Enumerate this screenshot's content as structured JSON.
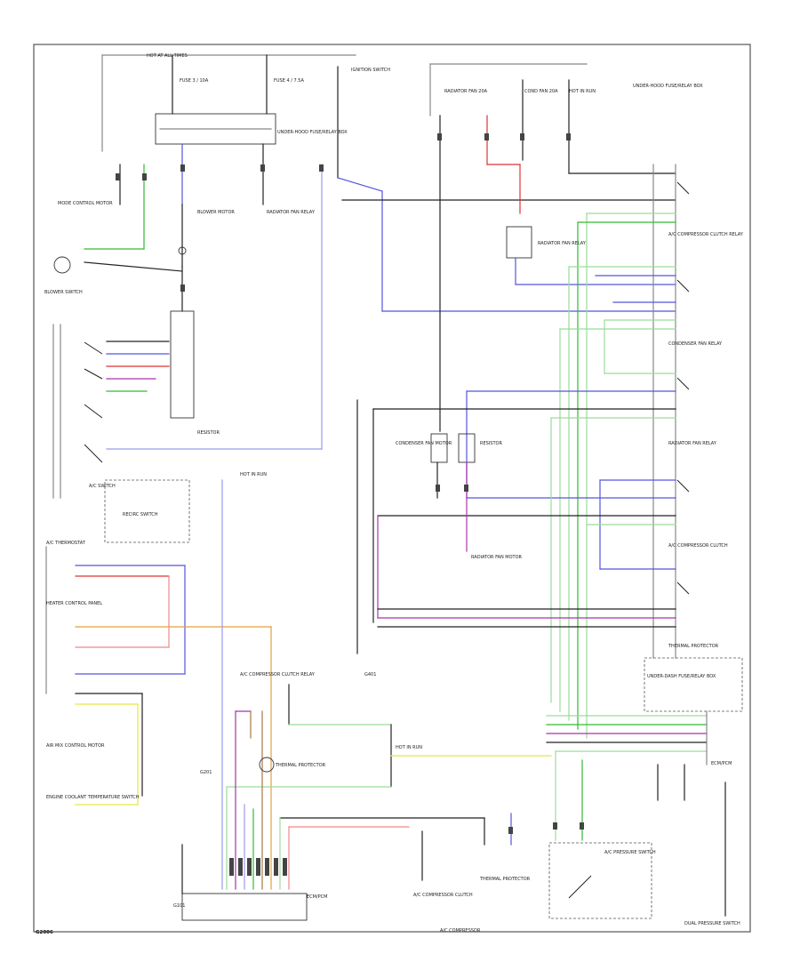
{
  "labels": {
    "hot_at_all_times": "HOT AT ALL TIMES",
    "fuse1": "FUSE 3 / 10A",
    "fuse2": "FUSE 4 / 7.5A",
    "ignition_switch": "IGNITION SWITCH",
    "hot_in_run": "HOT IN RUN",
    "hot_in_run2": "HOT IN RUN",
    "radiator_fan_relay": "RADIATOR FAN RELAY",
    "fuse_radiator": "RADIATOR FAN 20A",
    "fuse_cond": "COND FAN 20A",
    "underhood_box": "UNDER-HOOD FUSE/RELAY BOX",
    "blower_motor": "BLOWER MOTOR",
    "blower_switch": "BLOWER SWITCH",
    "mode_control": "MODE CONTROL MOTOR",
    "ac_switch": "A/C SWITCH",
    "ac_thermostat": "A/C THERMOSTAT",
    "recirc_switch": "RECIRC SWITCH",
    "resistor": "RESISTOR",
    "condenser_fan_motor": "CONDENSER FAN MOTOR",
    "radiator_fan_motor": "RADIATOR FAN MOTOR",
    "ac_compressor_clutch_relay": "A/C COMPRESSOR CLUTCH RELAY",
    "condenser_fan_relay": "CONDENSER FAN RELAY",
    "radiator_fan_relay2": "RADIATOR FAN RELAY",
    "compressor_clutch": "A/C COMPRESSOR CLUTCH",
    "thermal_protector": "THERMAL PROTECTOR",
    "ecm_pcm": "ECM/PCM",
    "ac_pressure_switch": "A/C PRESSURE SWITCH",
    "engine_coolant_temp_switch": "ENGINE COOLANT TEMPERATURE SWITCH",
    "dual_pressure_switch": "DUAL PRESSURE SWITCH",
    "air_mix_control": "AIR MIX CONTROL MOTOR",
    "heater_control_panel": "HEATER CONTROL PANEL",
    "dash_fuse_box": "UNDER-DASH FUSE/RELAY BOX",
    "ground_g401": "G401",
    "ground_g201": "G201",
    "ground_g101": "G101",
    "ac_compressor": "A/C COMPRESSOR",
    "revision": "G2006"
  }
}
